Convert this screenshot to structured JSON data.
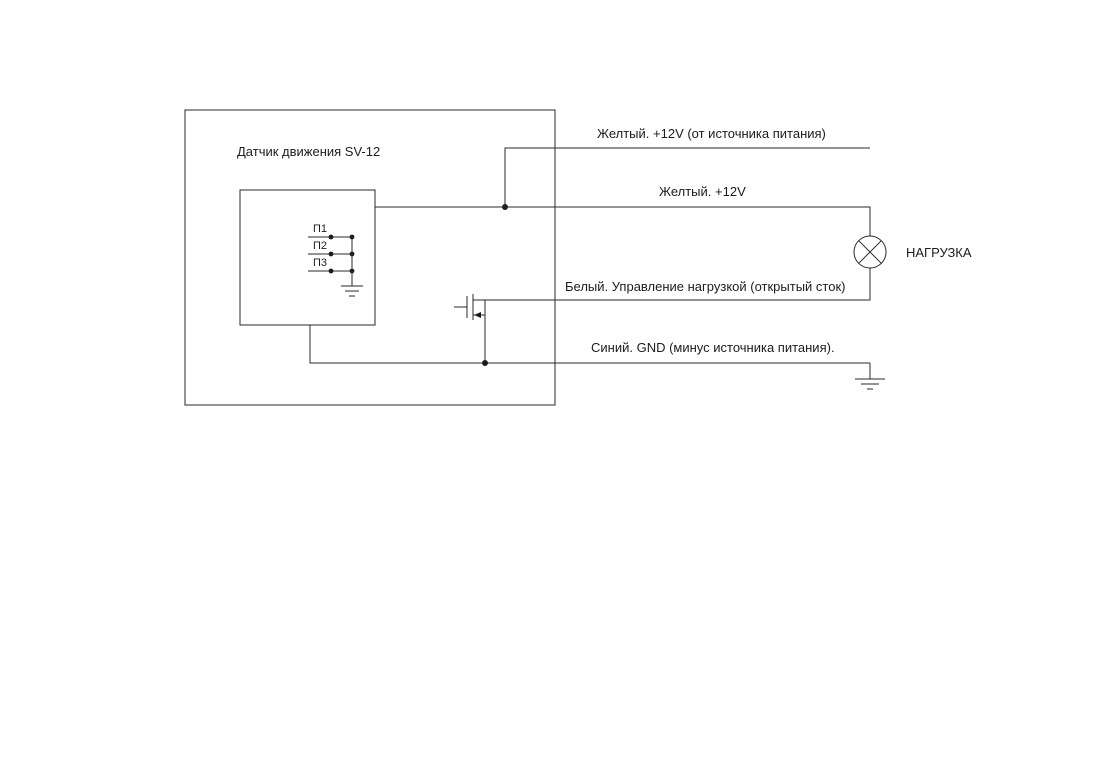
{
  "page": {
    "background": "#ffffff",
    "line_color": "#2a2a2a"
  },
  "sensor": {
    "title": "Датчик движения SV-12",
    "jumpers": [
      {
        "label": "П1"
      },
      {
        "label": "П2"
      },
      {
        "label": "П3"
      }
    ]
  },
  "wires": {
    "yellow_supply": {
      "label": "Желтый. +12V (от источника питания)"
    },
    "yellow_load": {
      "label": "Желтый. +12V"
    },
    "white_control": {
      "label": "Белый. Управление нагрузкой (открытый сток)"
    },
    "blue_gnd": {
      "label": "Синий. GND (минус источника питания)."
    }
  },
  "load": {
    "label": "НАГРУЗКА"
  }
}
